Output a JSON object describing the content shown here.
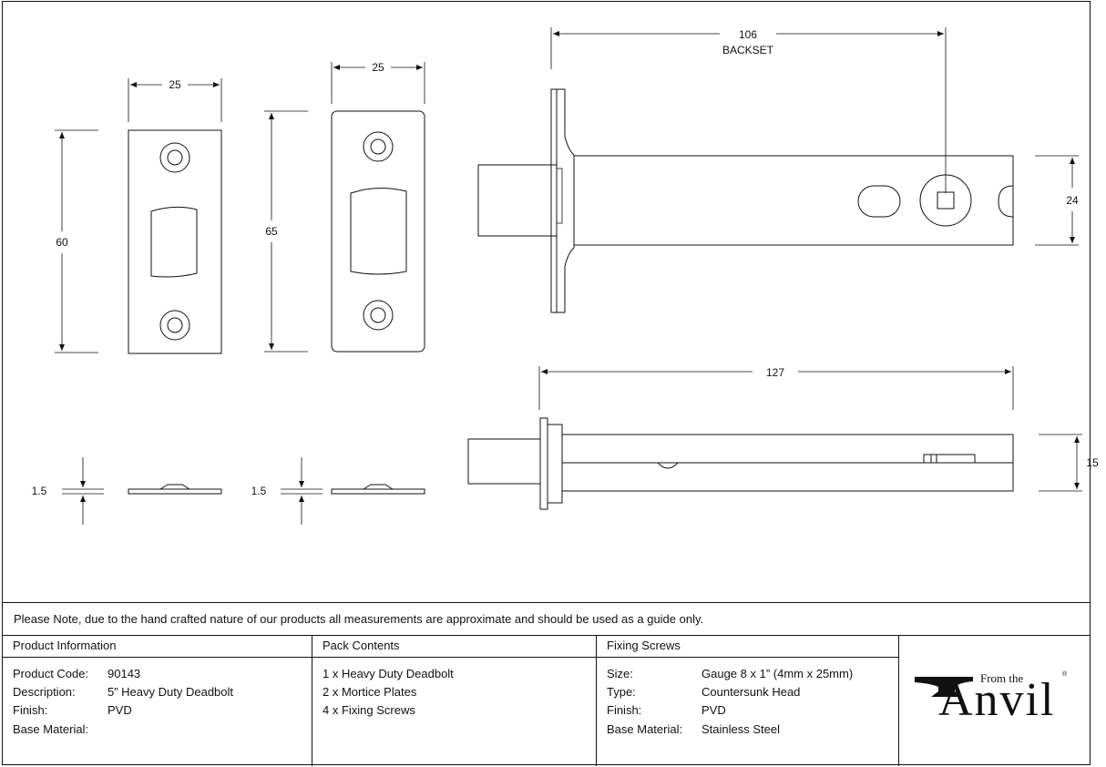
{
  "dimensions": {
    "strike_width": "25",
    "strike_height": "60",
    "plate_width": "25",
    "plate_height": "65",
    "backset": "106",
    "backset_label": "BACKSET",
    "case_height": "24",
    "overall_length": "127",
    "case_depth": "15",
    "strike_thickness": "1.5",
    "plate_thickness": "1.5"
  },
  "note": "Please Note, due to the hand crafted nature of our products all measurements are approximate and should be used as a guide only.",
  "product_information": {
    "heading": "Product Information",
    "rows": [
      {
        "label": "Product Code:",
        "value": "90143"
      },
      {
        "label": "Description:",
        "value": "5” Heavy Duty Deadbolt"
      },
      {
        "label": "Finish:",
        "value": "PVD"
      },
      {
        "label": "Base Material:",
        "value": ""
      }
    ]
  },
  "pack_contents": {
    "heading": "Pack Contents",
    "items": [
      "1 x Heavy Duty Deadbolt",
      "2 x Mortice Plates",
      "4 x Fixing Screws"
    ]
  },
  "fixing_screws": {
    "heading": "Fixing Screws",
    "rows": [
      {
        "label": "Size:",
        "value": "Gauge 8 x 1” (4mm x 25mm)"
      },
      {
        "label": "Type:",
        "value": "Countersunk Head"
      },
      {
        "label": "Finish:",
        "value": "PVD"
      },
      {
        "label": "Base Material:",
        "value": "Stainless Steel"
      }
    ]
  },
  "logo": {
    "from_text": "From the",
    "word": "Anvil",
    "registered": "®"
  }
}
